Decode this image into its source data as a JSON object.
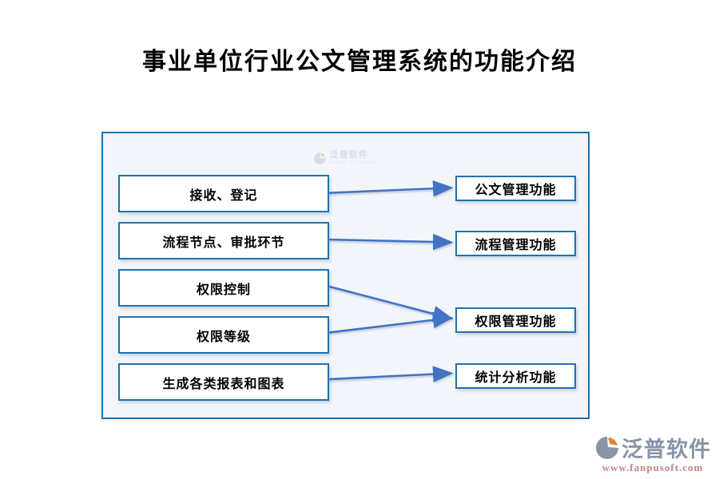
{
  "title": "事业单位行业公文管理系统的功能介绍",
  "watermark": {
    "brand": "泛普软件",
    "sub": "FANPU SOFTWARE"
  },
  "diagram": {
    "left_nodes": [
      {
        "label": "接收、登记"
      },
      {
        "label": "流程节点、审批环节"
      },
      {
        "label": "权限控制"
      },
      {
        "label": "权限等级"
      },
      {
        "label": "生成各类报表和图表"
      }
    ],
    "right_nodes": [
      {
        "label": "公文管理功能"
      },
      {
        "label": "流程管理功能"
      },
      {
        "label": "权限管理功能"
      },
      {
        "label": "统计分析功能"
      }
    ],
    "connections": [
      [
        0,
        0
      ],
      [
        1,
        1
      ],
      [
        2,
        2
      ],
      [
        3,
        2
      ],
      [
        4,
        3
      ]
    ]
  },
  "footer": {
    "brand": "泛普软件",
    "url": "www.fanpusoft.com"
  },
  "colors": {
    "container_border": "#1a70aa",
    "container_bg": "#f2f6fa",
    "box_border": "#1e73b0",
    "arrow": "#4472c4",
    "brand_text": "#8a93a8",
    "brand_url": "#c28585",
    "brand_orange": "#e0823f"
  }
}
